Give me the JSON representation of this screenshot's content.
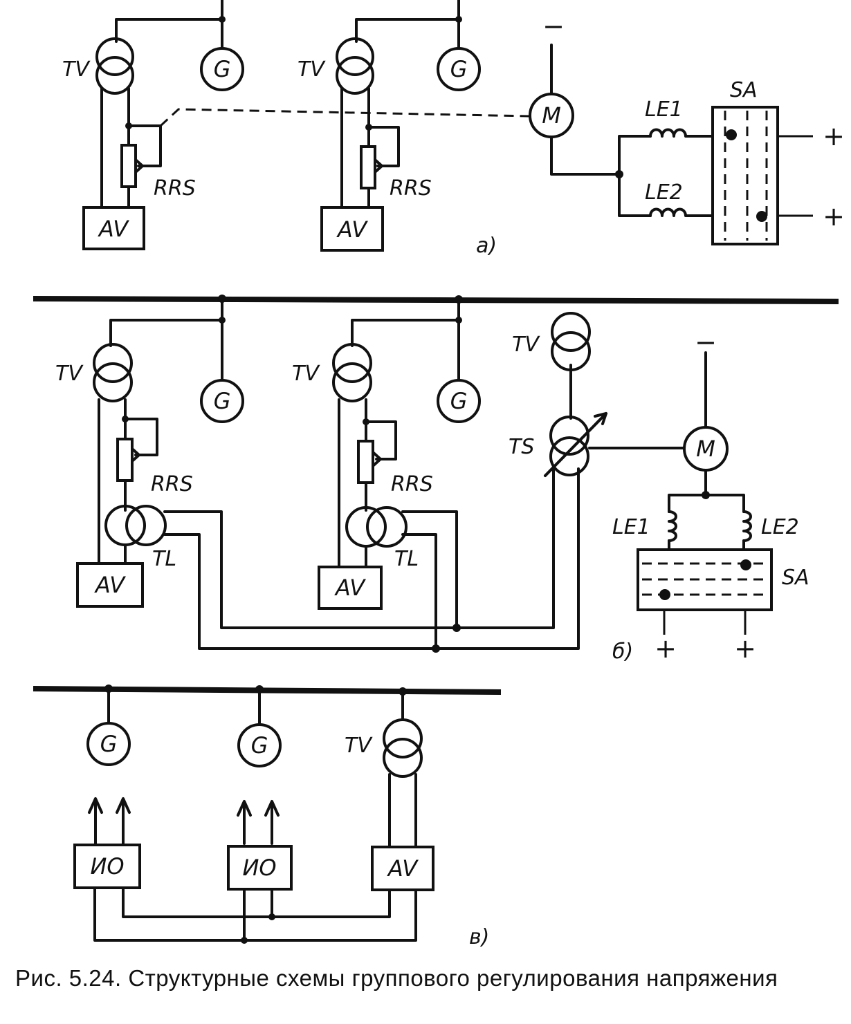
{
  "figure": {
    "labels": {
      "tv": "TV",
      "g": "G",
      "av": "AV",
      "rrs": "RRS",
      "tl": "TL",
      "ts": "TS",
      "m": "M",
      "le1": "LE1",
      "le2": "LE2",
      "sa": "SA",
      "io": "ИО",
      "plus": "+",
      "minus": "−"
    },
    "panel_a": {
      "tag": "а)"
    },
    "panel_b": {
      "tag": "б)"
    },
    "panel_c": {
      "tag": "в)"
    }
  },
  "caption": {
    "text": "Рис. 5.24. Структурные схемы группового регулирования напряжения"
  }
}
